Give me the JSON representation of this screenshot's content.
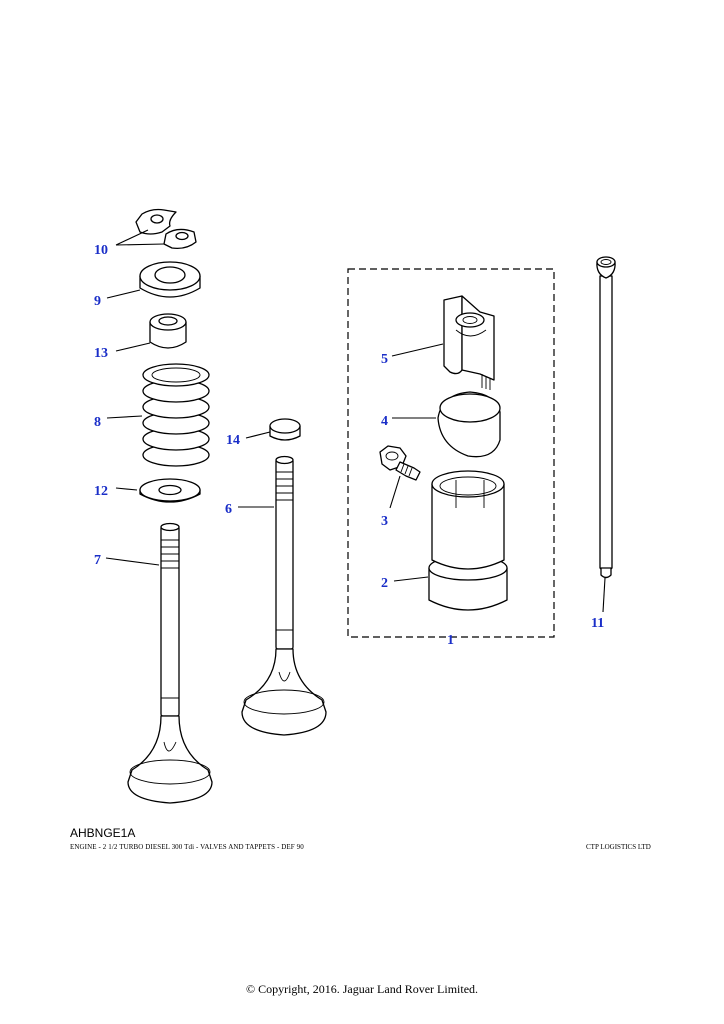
{
  "diagram": {
    "code": "AHBNGE1A",
    "description": "ENGINE - 2 1/2 TURBO DIESEL 300 Tdi - VALVES AND TAPPETS - DEF 90",
    "publisher": "CTP LOGISTICS LTD",
    "copyright": "© Copyright, 2016. Jaguar Land Rover Limited.",
    "callout_color": "#1a2ec8",
    "callouts": [
      "10",
      "9",
      "13",
      "8",
      "12",
      "7",
      "14",
      "6",
      "5",
      "4",
      "3",
      "2",
      "1",
      "11"
    ]
  }
}
